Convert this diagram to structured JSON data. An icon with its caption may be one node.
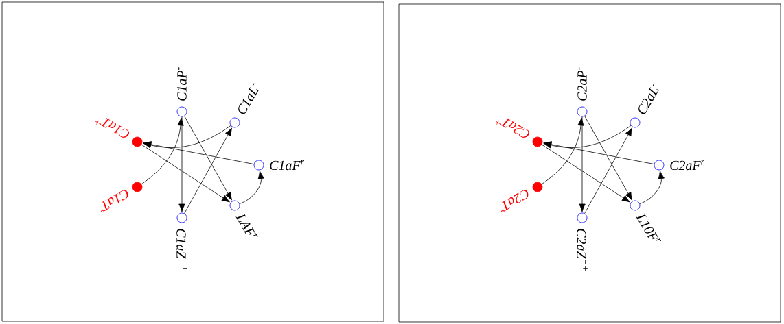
{
  "diagram": {
    "nodes": [
      {
        "text": [],
        "shape": "box"
      },
      {
        "text": [
          "C1aP$^{-}$"
        ],
        "in": 0
      },
      {
        "text": [
          "C1aL$^{-}$"
        ],
        "in": 0
      },
      {
        "text": [
          "C1aF$^{r}$"
        ],
        "in": 0
      },
      {
        "text": [
          "LAF$^{r}$"
        ],
        "in": 0
      },
      {
        "text": [
          "C1aZ$^{++}$"
        ],
        "in": 0
      },
      {
        "text": [
          "C1aT$^{-}$"
        ],
        "in": 0
      },
      {
        "text": [
          "C1aT$^{+}$"
        ],
        "in": 0
      },
      {
        "text": [],
        "shape": "box"
      },
      {
        "text": [
          "C2aP$^{-}$"
        ],
        "in": 8
      },
      {
        "text": [
          "C2aL$^{-}$"
        ],
        "in": 8
      },
      {
        "text": [
          "C2aF$^{r}$"
        ],
        "in": 8
      },
      {
        "text": [
          "L10F$^{r}$"
        ],
        "in": 8
      },
      {
        "text": [
          "C2aZ$^{++}$"
        ],
        "in": 8
      },
      {
        "text": [
          "C2aT$^{-}$"
        ],
        "in": 8
      },
      {
        "text": [
          "C2aT$^{+}$"
        ],
        "in": 8
      }
    ],
    "edges": [
      {
        "from": 7,
        "to": 4,
        "arrow": "to"
      },
      {
        "from": 3,
        "to": 7,
        "arrow": "to"
      },
      {
        "from": 1,
        "to": 4,
        "arrow": "to"
      },
      {
        "from": 1,
        "to": 5,
        "arrow": "to"
      },
      {
        "from": 2,
        "to": 7,
        "arrow": "to"
      },
      {
        "from": 6,
        "to": 1,
        "arrow": "to"
      },
      {
        "from": 5,
        "to": 2,
        "arrow": "to"
      },
      {
        "from": 4,
        "to": 3,
        "arrow": "to"
      },
      {
        "from": 15,
        "to": 12,
        "arrow": "to"
      },
      {
        "from": 11,
        "to": 15,
        "arrow": "to"
      },
      {
        "from": 9,
        "to": 12,
        "arrow": "to"
      },
      {
        "from": 9,
        "to": 13,
        "arrow": "to"
      },
      {
        "from": 10,
        "to": 15,
        "arrow": "to"
      },
      {
        "from": 14,
        "to": 9,
        "arrow": "to"
      },
      {
        "from": 13,
        "to": 10,
        "arrow": "to"
      },
      {
        "from": 12,
        "to": 11,
        "arrow": "to"
      }
    ]
  }
}
